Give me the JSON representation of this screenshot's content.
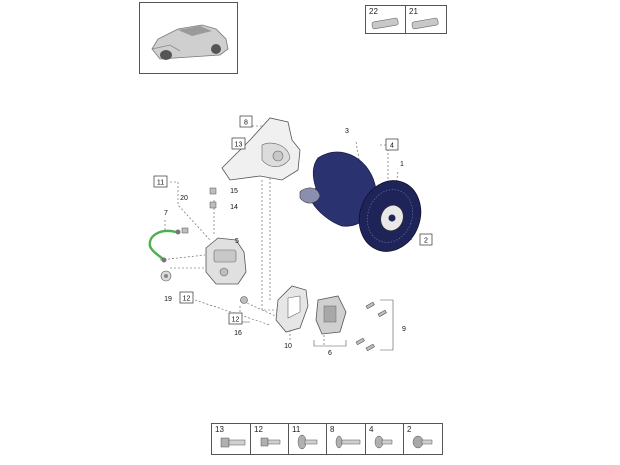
{
  "thumbnail": {
    "icon": "suv-car-icon"
  },
  "top_strip": [
    {
      "number": "22",
      "icon": "tube-paste-icon"
    },
    {
      "number": "21",
      "icon": "tube-grease-icon"
    }
  ],
  "callouts": {
    "c1": "1",
    "c2": "2",
    "c3": "3",
    "c4": "4",
    "c5": "5",
    "c6": "6",
    "c7": "7",
    "c8": "8",
    "c9": "9",
    "c10": "10",
    "c11": "11",
    "c12a": "12",
    "c12b": "12",
    "c13": "13",
    "c14": "14",
    "c15": "15",
    "c16": "16",
    "c19": "19",
    "c20": "20"
  },
  "bottom_strip": [
    {
      "number": "13",
      "icon": "hex-bolt-long-icon"
    },
    {
      "number": "12",
      "icon": "bolt-icon"
    },
    {
      "number": "11",
      "icon": "bolt-washer-icon"
    },
    {
      "number": "8",
      "icon": "flange-bolt-icon"
    },
    {
      "number": "4",
      "icon": "screw-washer-icon"
    },
    {
      "number": "2",
      "icon": "socket-screw-icon"
    }
  ],
  "colors": {
    "disc": "#1e2457",
    "hose": "#4caf50",
    "outline": "#333333",
    "part_fill": "#e6e6e6"
  }
}
